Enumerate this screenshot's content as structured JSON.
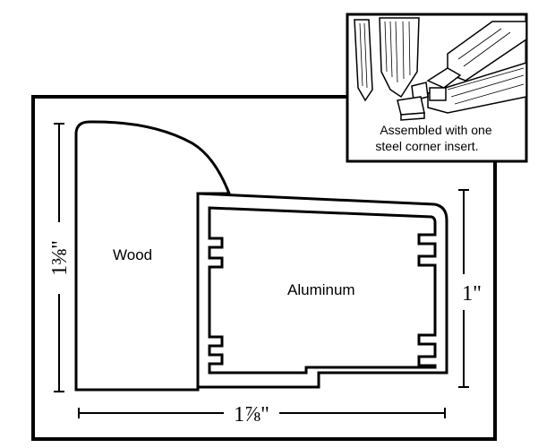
{
  "labels": {
    "wood": "Wood",
    "aluminum": "Aluminum"
  },
  "dimensions": {
    "height_total": "1⅜\"",
    "height_aluminum": "1\"",
    "width_total": "1⅞\""
  },
  "inset": {
    "caption_line1": "Assembled with one",
    "caption_line2": "steel corner insert."
  },
  "colors": {
    "line": "#000000",
    "background": "#ffffff"
  }
}
